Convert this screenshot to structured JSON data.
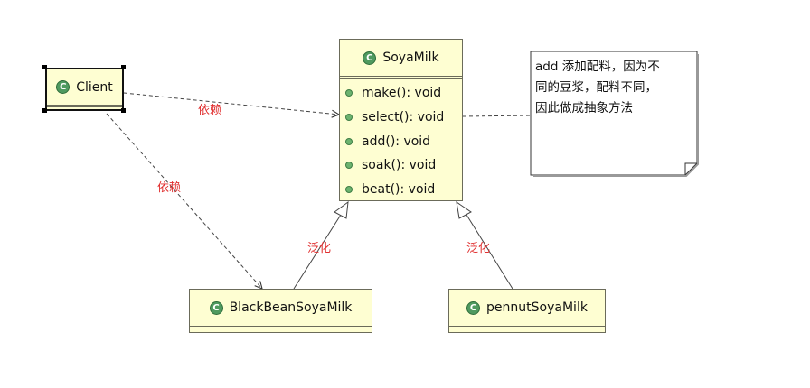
{
  "classes": {
    "soyamilk": {
      "name": "SoyaMilk",
      "methods": [
        "make(): void",
        "select(): void",
        "add(): void",
        "soak(): void",
        "beat(): void"
      ]
    },
    "client": {
      "name": "Client"
    },
    "blackbean": {
      "name": "BlackBeanSoyaMilk"
    },
    "pennut": {
      "name": "pennutSoyaMilk"
    }
  },
  "class_icon_letter": "C",
  "note": {
    "lines": [
      "add 添加配料，因为不",
      "同的豆浆，配料不同，",
      "因此做成抽象方法"
    ]
  },
  "relations": {
    "client_to_soyamilk": "依赖",
    "client_to_blackbean": "依赖",
    "blackbean_generalization": "泛化",
    "pennut_generalization": "泛化"
  },
  "colors": {
    "class_fill": "#fefed2",
    "class_border": "#6b6b5a",
    "label_red": "#e03030",
    "icon_green": "#4f9a5f"
  }
}
